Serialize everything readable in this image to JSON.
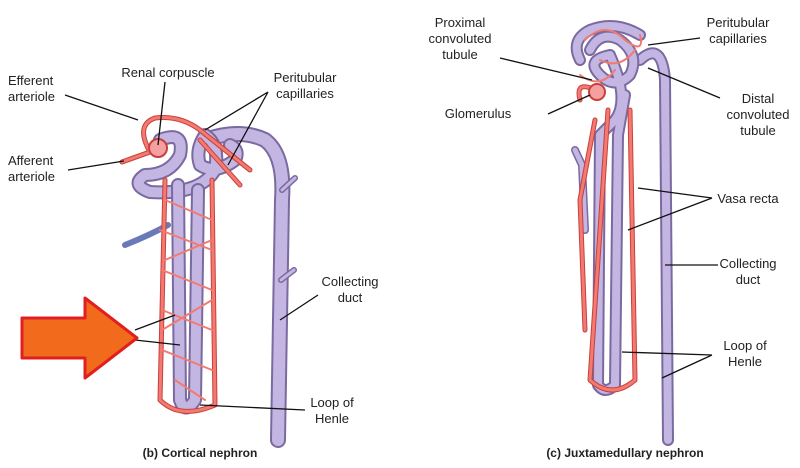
{
  "cortical": {
    "efferent_arteriole": [
      "Efferent",
      "arteriole"
    ],
    "renal_corpuscle": "Renal corpuscle",
    "peritubular_capillaries": [
      "Peritubular",
      "capillaries"
    ],
    "afferent_arteriole": [
      "Afferent",
      "arteriole"
    ],
    "collecting_duct": [
      "Collecting",
      "duct"
    ],
    "loop_of_henle": [
      "Loop of",
      "Henle"
    ],
    "caption": "(b) Cortical nephron"
  },
  "juxtamedullary": {
    "proximal_convoluted_tubule": [
      "Proximal",
      "convoluted",
      "tubule"
    ],
    "glomerulus": "Glomerulus",
    "peritubular_capillaries": [
      "Peritubular",
      "capillaries"
    ],
    "distal_convoluted_tubule": [
      "Distal",
      "convoluted",
      "tubule"
    ],
    "vasa_recta": "Vasa recta",
    "collecting_duct": [
      "Collecting",
      "duct"
    ],
    "loop_of_henle": [
      "Loop of",
      "Henle"
    ],
    "caption": "(c) Juxtamedullary nephron"
  },
  "colors": {
    "tubule": "#c4b6e2",
    "vessel": "#f27a70",
    "arrow": "#f26a1b",
    "arrow_outline": "#e02020"
  }
}
